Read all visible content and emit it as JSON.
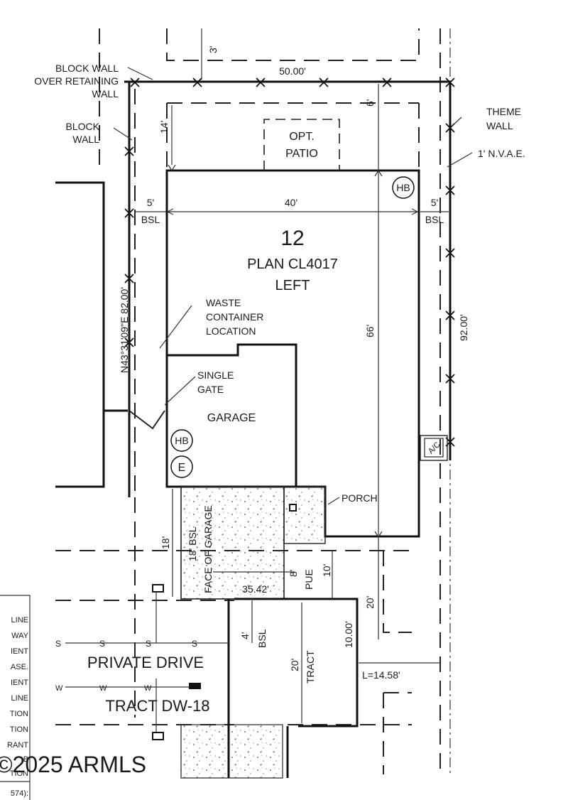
{
  "labels": {
    "block_wall_top": "BLOCK WALL",
    "over_retaining_1": "OVER RETAINING",
    "over_retaining_2": "WALL",
    "block_wall_left_1": "BLOCK",
    "block_wall_left_2": "WALL",
    "theme_wall_1": "THEME",
    "theme_wall_2": "WALL",
    "nvae": "1' N.V.A.E.",
    "opt_patio_1": "OPT.",
    "opt_patio_2": "PATIO",
    "lot_number": "12",
    "plan_name": "PLAN CL4017",
    "plan_side": "LEFT",
    "waste_1": "WASTE",
    "waste_2": "CONTAINER",
    "waste_3": "LOCATION",
    "gate_1": "SINGLE",
    "gate_2": "GATE",
    "garage": "GARAGE",
    "porch": "PORCH",
    "hb": "HB",
    "e": "E",
    "ac": "A/C",
    "face_of_garage": "FACE OF GARAGE",
    "pue": "PUE",
    "tract": "TRACT",
    "private_drive": "PRIVATE DRIVE",
    "tract_dw": "TRACT DW-18",
    "sewer": "S",
    "water": "W",
    "watermark": "©2025 ARMLS"
  },
  "dimensions": {
    "bsl_3": "3'",
    "bsl": "BSL",
    "top_width": "50.00'",
    "rear_setback": "6'",
    "left_rear": "14'",
    "side_left": "5'",
    "house_width": "40'",
    "side_right": "5'",
    "bearing": "N43°31'09\"E 82.00'",
    "right_length": "92.00'",
    "house_depth": "66'",
    "front_18": "18'",
    "front_18_bsl": "18' BSL",
    "pue_8": "8'",
    "pue_10": "10'",
    "frontage": "35.42'",
    "tract_20_v": "20'",
    "drive_4": "4'",
    "tract_20": "20'",
    "tract_10": "10.00'",
    "arc_length": "L=14.58'"
  },
  "legend_fragments": [
    "LINE",
    "WAY",
    "IENT",
    "ASE.",
    "IENT",
    "LINE",
    "TION",
    "TION",
    "RANT",
    "B",
    "TION",
    "574):"
  ]
}
